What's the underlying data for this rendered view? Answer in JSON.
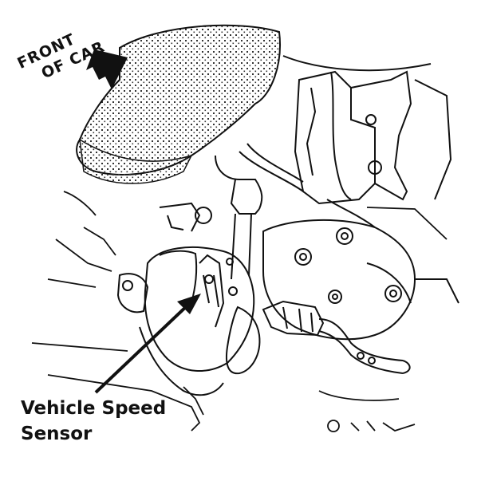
{
  "labels": {
    "front_line1": "FRONT",
    "front_line2": "OF CAR",
    "sensor_line1": "Vehicle Speed",
    "sensor_line2": "Sensor"
  },
  "colors": {
    "ink": "#111111",
    "paper": "#ffffff",
    "stipple": "#333333"
  }
}
